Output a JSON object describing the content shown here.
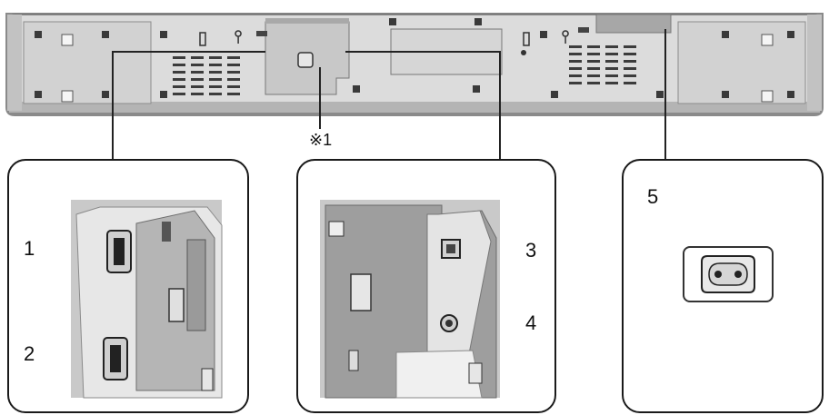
{
  "note_label": "※1",
  "callouts": {
    "c1": "1",
    "c2": "2",
    "c3": "3",
    "c4": "4",
    "c5": "5"
  },
  "colors": {
    "bar_body": "#d9d9d9",
    "bar_edge": "#7a7a7a",
    "photo_bg": "#c9c9c9",
    "panel_border": "#1a1a1a"
  }
}
